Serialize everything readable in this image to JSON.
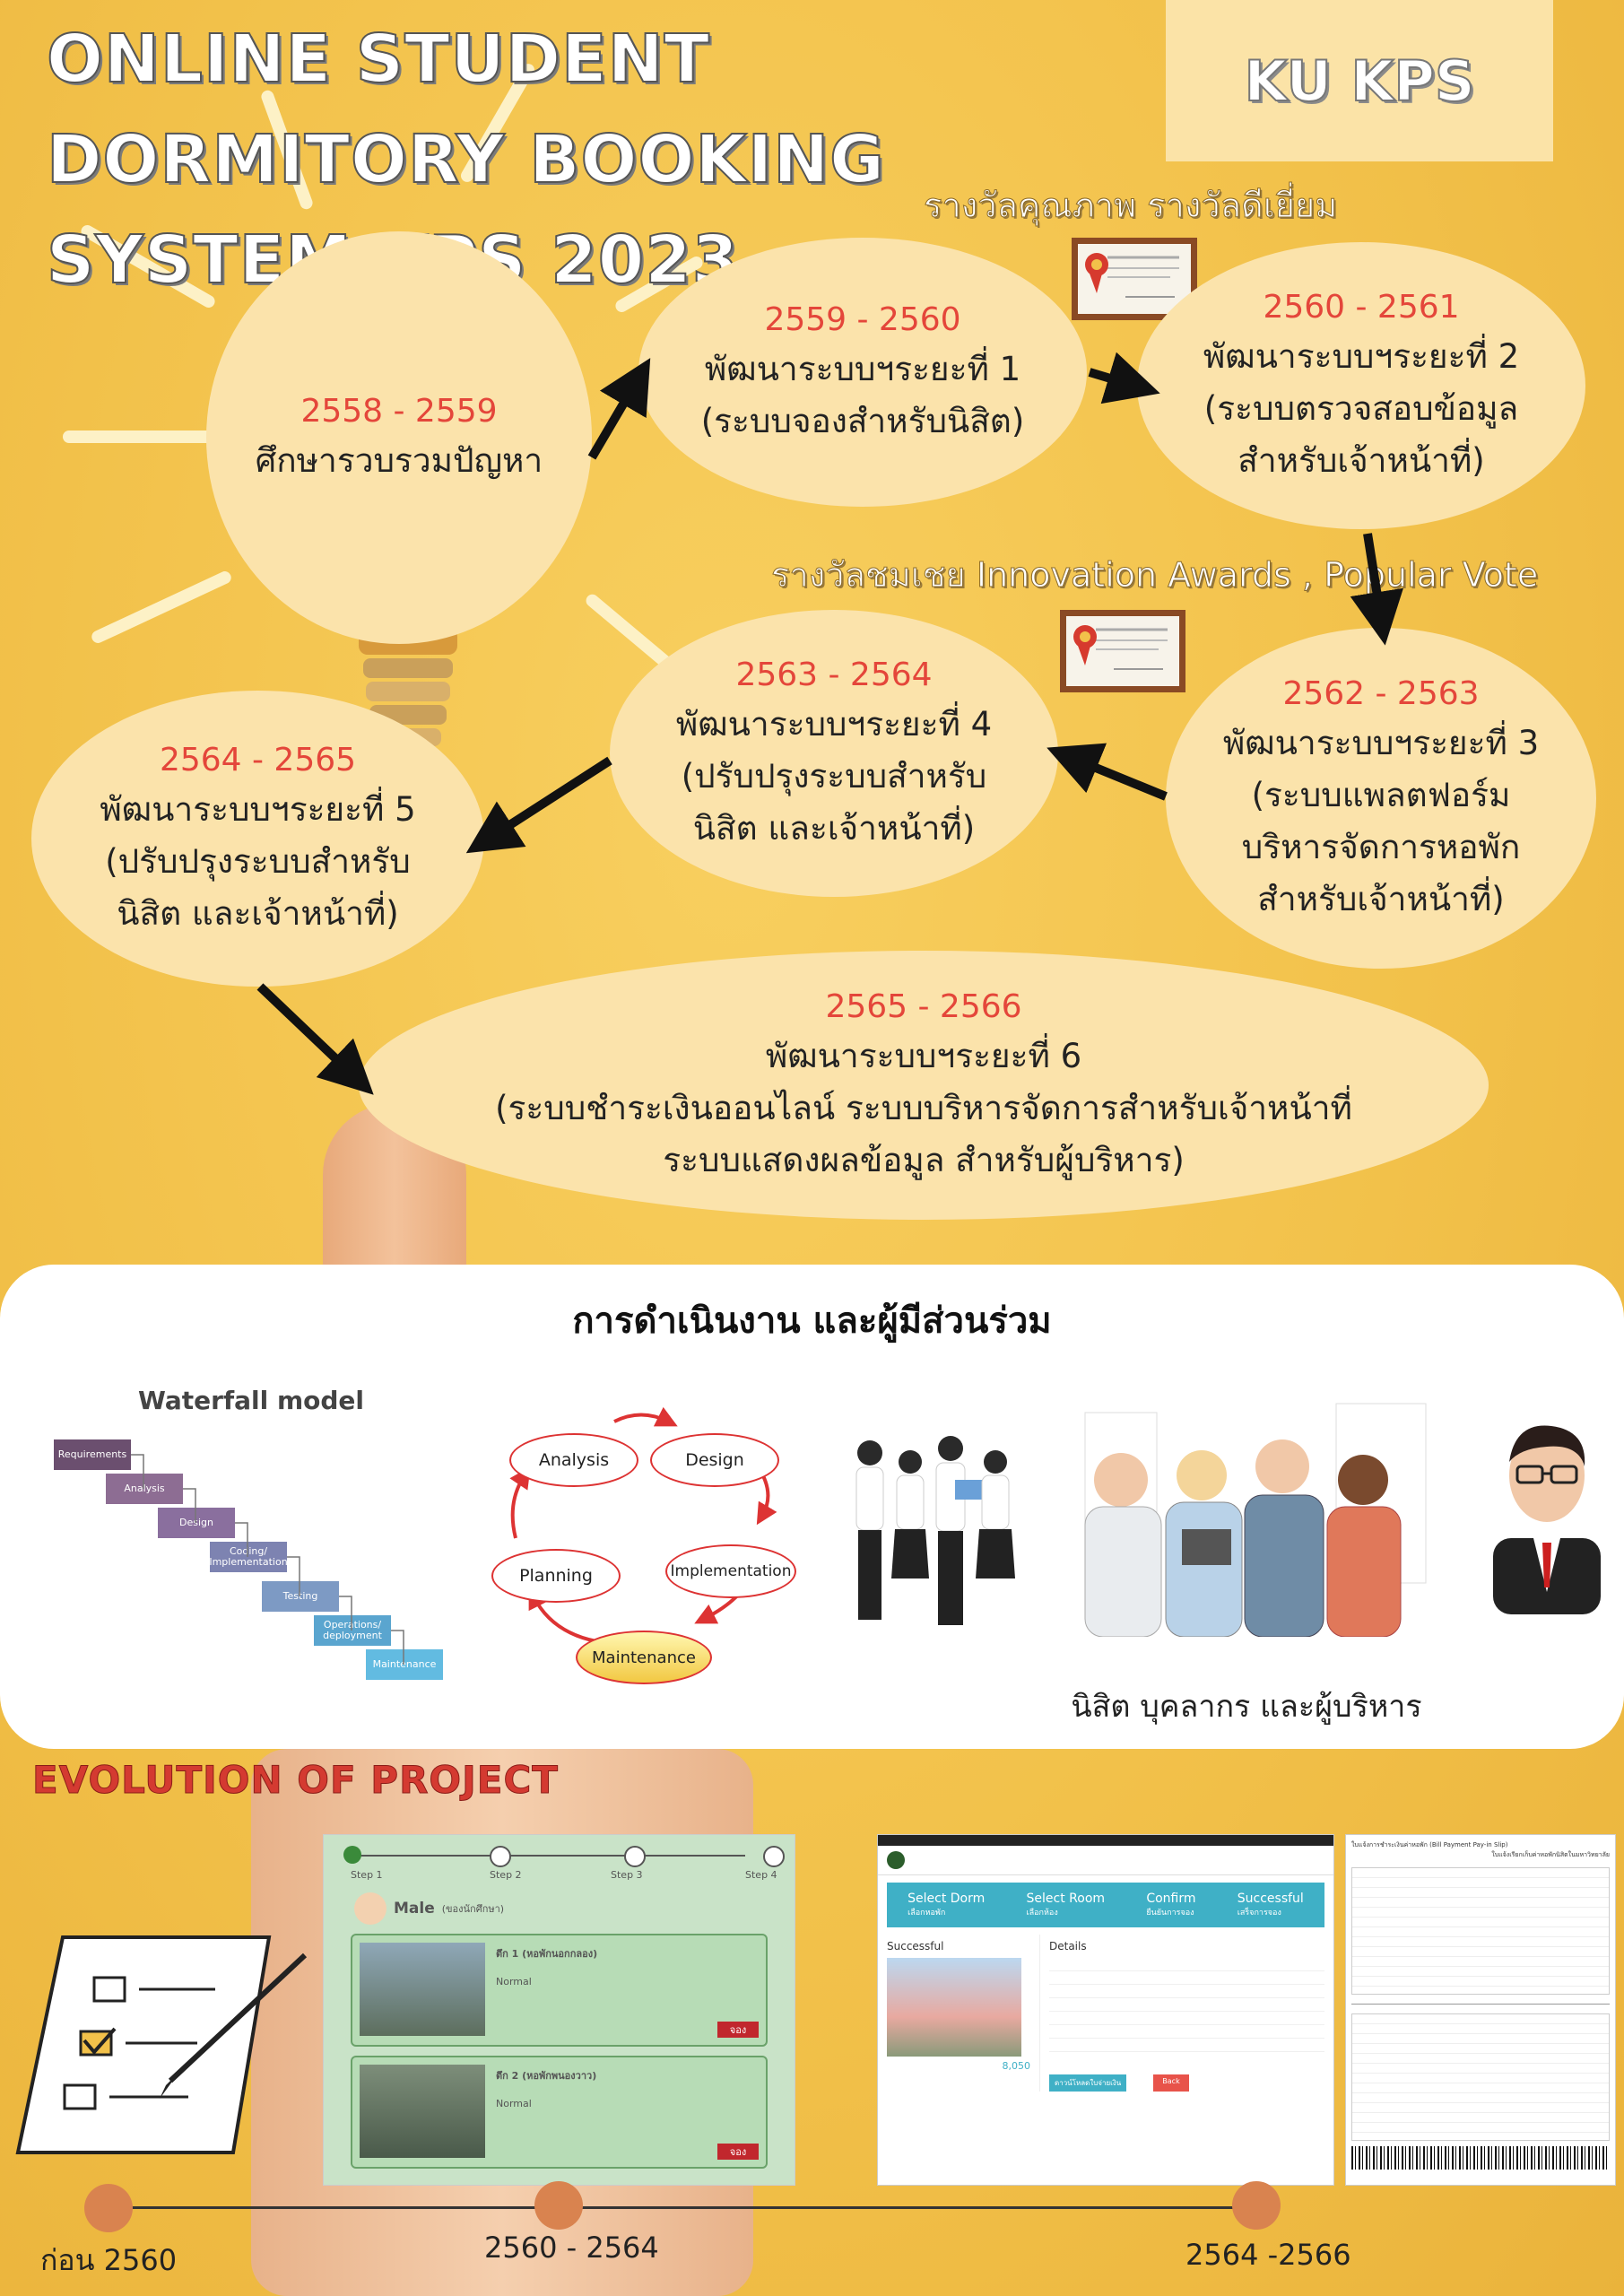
{
  "header": {
    "title_line1": "ONLINE STUDENT DORMITORY BOOKING",
    "title_line2": "SYSTEM KPS 2023",
    "badge": "KU KPS"
  },
  "awards": {
    "quality": "รางวัลคุณภาพ รางวัลดีเยี่ยม",
    "innovation": "รางวัลชมเชย Innovation Awards , Popular Vote"
  },
  "phases": [
    {
      "years": "2558 - 2559",
      "lines": [
        "ศึกษารวบรวมปัญหา"
      ]
    },
    {
      "years": "2559 - 2560",
      "lines": [
        "พัฒนาระบบฯระยะที่ 1",
        "(ระบบจองสำหรับนิสิต)"
      ]
    },
    {
      "years": "2560 - 2561",
      "lines": [
        "พัฒนาระบบฯระยะที่ 2",
        "(ระบบตรวจสอบข้อมูล",
        "สำหรับเจ้าหน้าที่)"
      ]
    },
    {
      "years": "2562 - 2563",
      "lines": [
        "พัฒนาระบบฯระยะที่ 3",
        "(ระบบแพลตฟอร์ม",
        "บริหารจัดการหอพัก",
        "สำหรับเจ้าหน้าที่)"
      ]
    },
    {
      "years": "2563 - 2564",
      "lines": [
        "พัฒนาระบบฯระยะที่ 4",
        "(ปรับปรุงระบบสำหรับ",
        "นิสิต และเจ้าหน้าที่)"
      ]
    },
    {
      "years": "2564 - 2565",
      "lines": [
        "พัฒนาระบบฯระยะที่ 5",
        "(ปรับปรุงระบบสำหรับ",
        "นิสิต และเจ้าหน้าที่)"
      ]
    },
    {
      "years": "2565 - 2566",
      "lines": [
        "พัฒนาระบบฯระยะที่ 6",
        "(ระบบชำระเงินออนไลน์ ระบบบริหารจัดการสำหรับเจ้าหน้าที่",
        "ระบบแสดงผลข้อมูล สำหรับผู้บริหาร)"
      ]
    }
  ],
  "process": {
    "title": "การดำเนินงาน และผู้มีส่วนร่วม",
    "waterfall_title": "Waterfall model",
    "waterfall_steps": [
      "Requirements",
      "Analysis",
      "Design",
      "Coding/ Implementation",
      "Testing",
      "Operations/ deployment",
      "Maintenance"
    ],
    "cycle": [
      "Analysis",
      "Design",
      "Implementation",
      "Maintenance",
      "Planning"
    ],
    "stakeholders_caption": "นิสิต บุคลากร และผู้บริหาร"
  },
  "evolution": {
    "title": "EVOLUTION OF PROJECT",
    "timeline": [
      "ก่อน 2560",
      "2560 - 2564",
      "2564 -2566"
    ],
    "screen1": {
      "steps": [
        "Step 1",
        "Step 2",
        "Step 3",
        "Step 4"
      ],
      "gender": "Male",
      "gender_sub": "(ของนักศึกษา)",
      "rooms": [
        {
          "name": "ตึก 1 (หอพักนอกกลอง)",
          "type": "Normal",
          "button": "จอง"
        },
        {
          "name": "ตึก 2 (หอพักพนองวาว)",
          "type": "Normal",
          "button": "จอง"
        }
      ]
    },
    "screen2": {
      "steps": [
        "Select Dorm",
        "Select Room",
        "Confirm",
        "Successful"
      ],
      "steps_sub": [
        "เลือกหอพัก",
        "เลือกห้อง",
        "ยืนยันการจอง",
        "เสร็จการจอง"
      ],
      "left_heading": "Successful",
      "right_heading": "Details",
      "price": "8,050",
      "btn_primary": "ดาวน์โหลดใบจ่ายเงิน",
      "btn_secondary": "Back"
    },
    "screen3": {
      "header": "ใบแจ้งการชำระเงินค่าหอพัก (Bill Payment Pay-in Slip)",
      "sub": "ใบแจ้งเรียกเก็บค่าหอพักนิสิตในมหาวิทยาลัย"
    }
  },
  "colors": {
    "background": "#f2c14a",
    "bubble": "#fbe3ab",
    "year_text": "#e4463a",
    "panel": "#ffffff",
    "evolution_title": "#d43a31",
    "timeline_dot": "#d9834f"
  }
}
